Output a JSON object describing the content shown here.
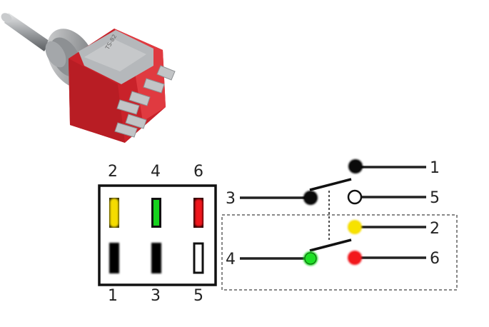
{
  "photo": {
    "subject": "switch-photo",
    "colors": {
      "housing": "#d3272c",
      "metal": "#b9bbbd"
    }
  },
  "pin_layout": {
    "top_labels": [
      "2",
      "4",
      "6"
    ],
    "bottom_labels": [
      "1",
      "3",
      "5"
    ],
    "top_pin_colors": [
      "#f5dc00",
      "#17d21e",
      "#f0161a"
    ],
    "bottom_pin_colors": [
      "#000000",
      "#000000",
      "#ffffff"
    ]
  },
  "schematic": {
    "pole_a": {
      "common_label": "3",
      "throw_labels": [
        "1",
        "5"
      ],
      "common_color": "#000000",
      "throw_colors": [
        "#000000",
        "#ffffff"
      ]
    },
    "pole_b": {
      "common_label": "4",
      "throw_labels": [
        "2",
        "6"
      ],
      "common_color": "#17d21e",
      "throw_colors": [
        "#f5dc00",
        "#f0161a"
      ]
    }
  }
}
